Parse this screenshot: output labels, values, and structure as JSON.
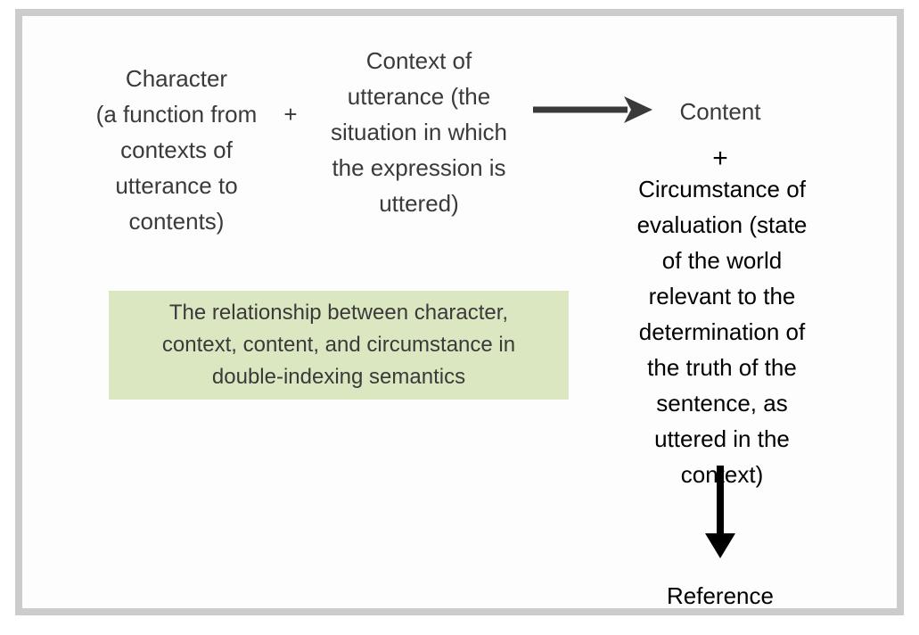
{
  "figure": {
    "background_color": "#fdfdfd",
    "frame_color": "#cccccc",
    "caption_box_color": "#dbe7c0",
    "text_color_primary": "#3a3a3a",
    "text_color_secondary": "#000000",
    "arrow_color_horizontal": "#3a3a3a",
    "arrow_color_vertical": "#000000"
  },
  "nodes": {
    "character": "Character\n(a function from\ncontexts of\nutterance to\ncontents)",
    "plus_left": "+",
    "context": "Context of\nutterance (the\nsituation in which\nthe expression is\nuttered)",
    "content": "Content",
    "plus_right": "+",
    "circumstance": "Circumstance of\nevaluation (state\nof the world\nrelevant to the\ndetermination of\nthe truth of the\nsentence, as\nuttered in the\ncontext)",
    "reference": "Reference"
  },
  "arrows": {
    "horizontal_label": "arrow-right",
    "vertical_label": "arrow-down"
  },
  "caption": {
    "text": "The relationship between character,\ncontext, content, and circumstance in\ndouble-indexing semantics"
  }
}
